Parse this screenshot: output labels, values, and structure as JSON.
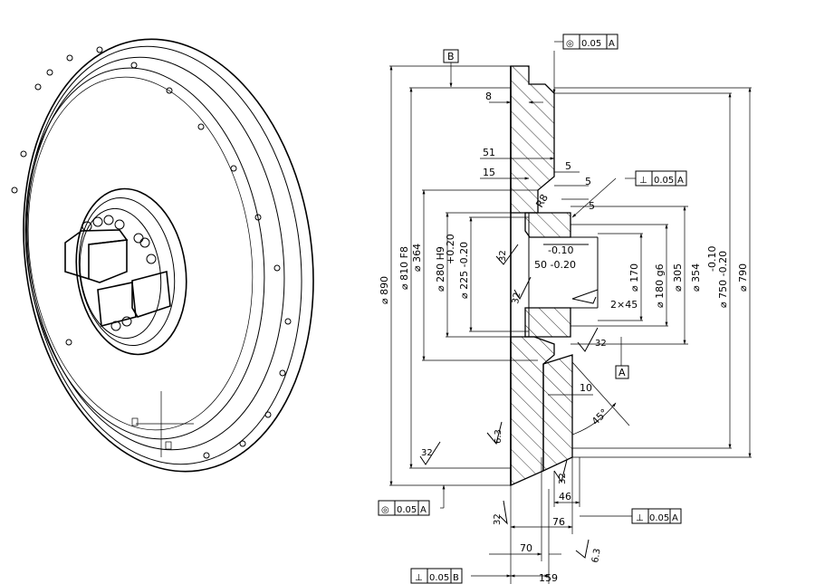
{
  "datum_labels": {
    "b_top": "B",
    "a_right": "A"
  },
  "fcf": {
    "top": {
      "symbol": "◎",
      "tolerance": "0.05",
      "datum": "A"
    },
    "hub_perp": {
      "symbol": "⊥",
      "tolerance": "0.05",
      "datum": "A"
    },
    "left_conc": {
      "symbol": "◎",
      "tolerance": "0.05",
      "datum": "A"
    },
    "right_perp": {
      "symbol": "⊥",
      "tolerance": "0.05",
      "datum": "A"
    },
    "bottom_perp": {
      "symbol": "⊥",
      "tolerance": "0.05",
      "datum": "B"
    }
  },
  "dims": {
    "d8": "8",
    "d51": "51",
    "d15": "15",
    "d5a": "5",
    "d5b": "5",
    "d5c": "5",
    "dR8": "R8",
    "d10": "10",
    "d45deg": "45°",
    "d2x45": "2×45",
    "d46": "46",
    "d76": "76",
    "d70": "70",
    "d159": "159",
    "tol_010": "-0.10",
    "d50_020": "50 -0.20",
    "dia890": "⌀ 890",
    "dia810": "⌀ 810 F8",
    "dia364": "⌀ 364",
    "dia280": "⌀ 280 H9",
    "dia280tol": "+0.20",
    "dia225": "⌀ 225 -0.20",
    "dia170": "⌀ 170",
    "dia180": "⌀ 180 g6",
    "dia305": "⌀ 305",
    "dia354": "⌀ 354",
    "dia750": "⌀ 750 -0.20",
    "dia750tol": "-0.10",
    "dia790": "⌀ 790"
  },
  "roughness": {
    "r32a": "32",
    "r32b": "32",
    "r32c": "32",
    "r32d": "32",
    "r32e": "32",
    "r32f": "32",
    "r63a": "6.3",
    "r63b": "6.3"
  }
}
